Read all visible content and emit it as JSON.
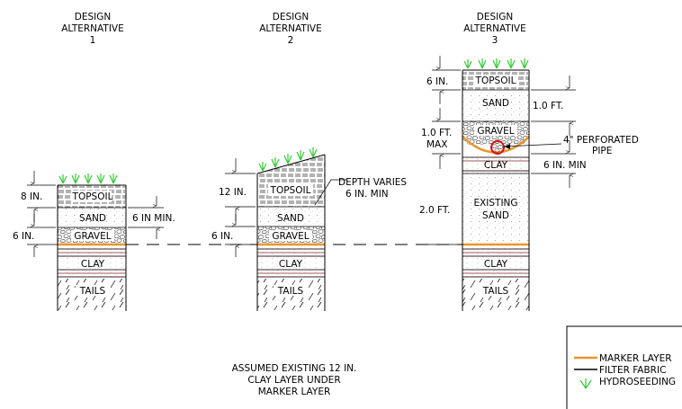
{
  "alternatives": [
    {
      "title_line1": "DESIGN",
      "title_line2": "ALTERNATIVE",
      "number": "1"
    },
    {
      "title_line1": "DESIGN",
      "title_line2": "ALTERNATIVE",
      "number": "2"
    },
    {
      "title_line1": "DESIGN",
      "title_line2": "ALTERNATIVE",
      "number": "3"
    }
  ],
  "layers": {
    "topsoil": "TOPSOIL",
    "sand": "SAND",
    "gravel": "GRAVEL",
    "clay": "CLAY",
    "tails": "TAILS",
    "existing_line1": "EXISTING",
    "existing_line2": "SAND"
  },
  "dimensions": {
    "alt1_topsoil": "8 IN.",
    "alt1_sand": "6 IN MIN.",
    "alt1_gravel": "6 IN.",
    "alt2_topsoil": "12 IN.",
    "alt2_gravel": "6 IN.",
    "depth_varies_line1": "DEPTH VARIES",
    "depth_varies_line2": "6 IN. MIN",
    "alt3_topsoil": "6 IN.",
    "alt3_sand": "1.0 FT.",
    "alt3_gravel_line1": "1.0 FT.",
    "alt3_gravel_line2": "MAX",
    "alt3_clay": "6 IN. MIN",
    "alt3_existing": "2.0 FT.",
    "pipe_line1": "4\" PERFORATED",
    "pipe_line2": "PIPE"
  },
  "note": {
    "line1": "ASSUMED EXISTING 12 IN.",
    "line2": "CLAY LAYER UNDER",
    "line3": "MARKER LAYER"
  },
  "legend": {
    "items": [
      {
        "label": "MARKER LAYER",
        "color": "#e8952b"
      },
      {
        "label": "FILTER FABRIC",
        "color": "#000000"
      },
      {
        "label": "HYDROSEEDING",
        "color": "#33cc33"
      }
    ]
  },
  "colors": {
    "marker": "#e8952b",
    "hydroseed": "#33cc33",
    "pipe": "#e01010"
  }
}
